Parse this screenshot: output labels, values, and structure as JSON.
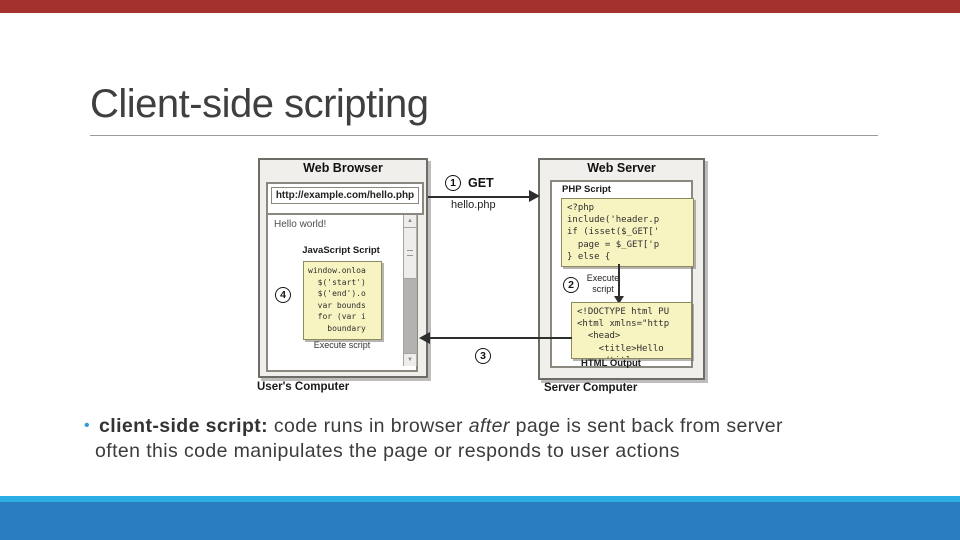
{
  "slide": {
    "title": "Client-side scripting",
    "colors": {
      "top_bar": "#a5312f",
      "bottom_bar_light": "#2baee3",
      "bottom_bar_dark": "#2a7ec0",
      "bullet_dot": "#2f9cd6"
    },
    "bullet": {
      "dot": "•",
      "bold": "client-side script:",
      "seg1": " code runs in browser ",
      "italic": "after",
      "seg2": " page is sent back from server",
      "line2": "often this code manipulates the page or responds to user actions"
    }
  },
  "diagram": {
    "browser": {
      "title": "Web Browser",
      "url": "http://example.com/hello.php",
      "page_text": "Hello world!",
      "js_label": "JavaScript Script",
      "js_code": [
        "window.onloa",
        "  $('start')",
        "  $('end').o",
        "  var bounds",
        "  for (var i",
        "    boundary"
      ],
      "execute_label": "Execute script",
      "computer_label": "User's Computer",
      "step": "4",
      "scroll_up": "▲",
      "scroll_down": "▼"
    },
    "server": {
      "title": "Web Server",
      "php_label": "PHP Script",
      "php_code": [
        "<?php",
        "include('header.p",
        "if (isset($_GET['",
        "  page = $_GET['p",
        "} else {"
      ],
      "step_execute": "2",
      "execute_line1": "Execute",
      "execute_line2": "script",
      "html_code": [
        "<!DOCTYPE html PU",
        "<html xmlns=\"http",
        "  <head>",
        "    <title>Hello",
        "    </title>"
      ],
      "html_label": "HTML Output",
      "computer_label": "Server Computer"
    },
    "arrows": {
      "step_get": "1",
      "get_label": "GET",
      "get_sub": "hello.php",
      "step_return": "3"
    }
  }
}
